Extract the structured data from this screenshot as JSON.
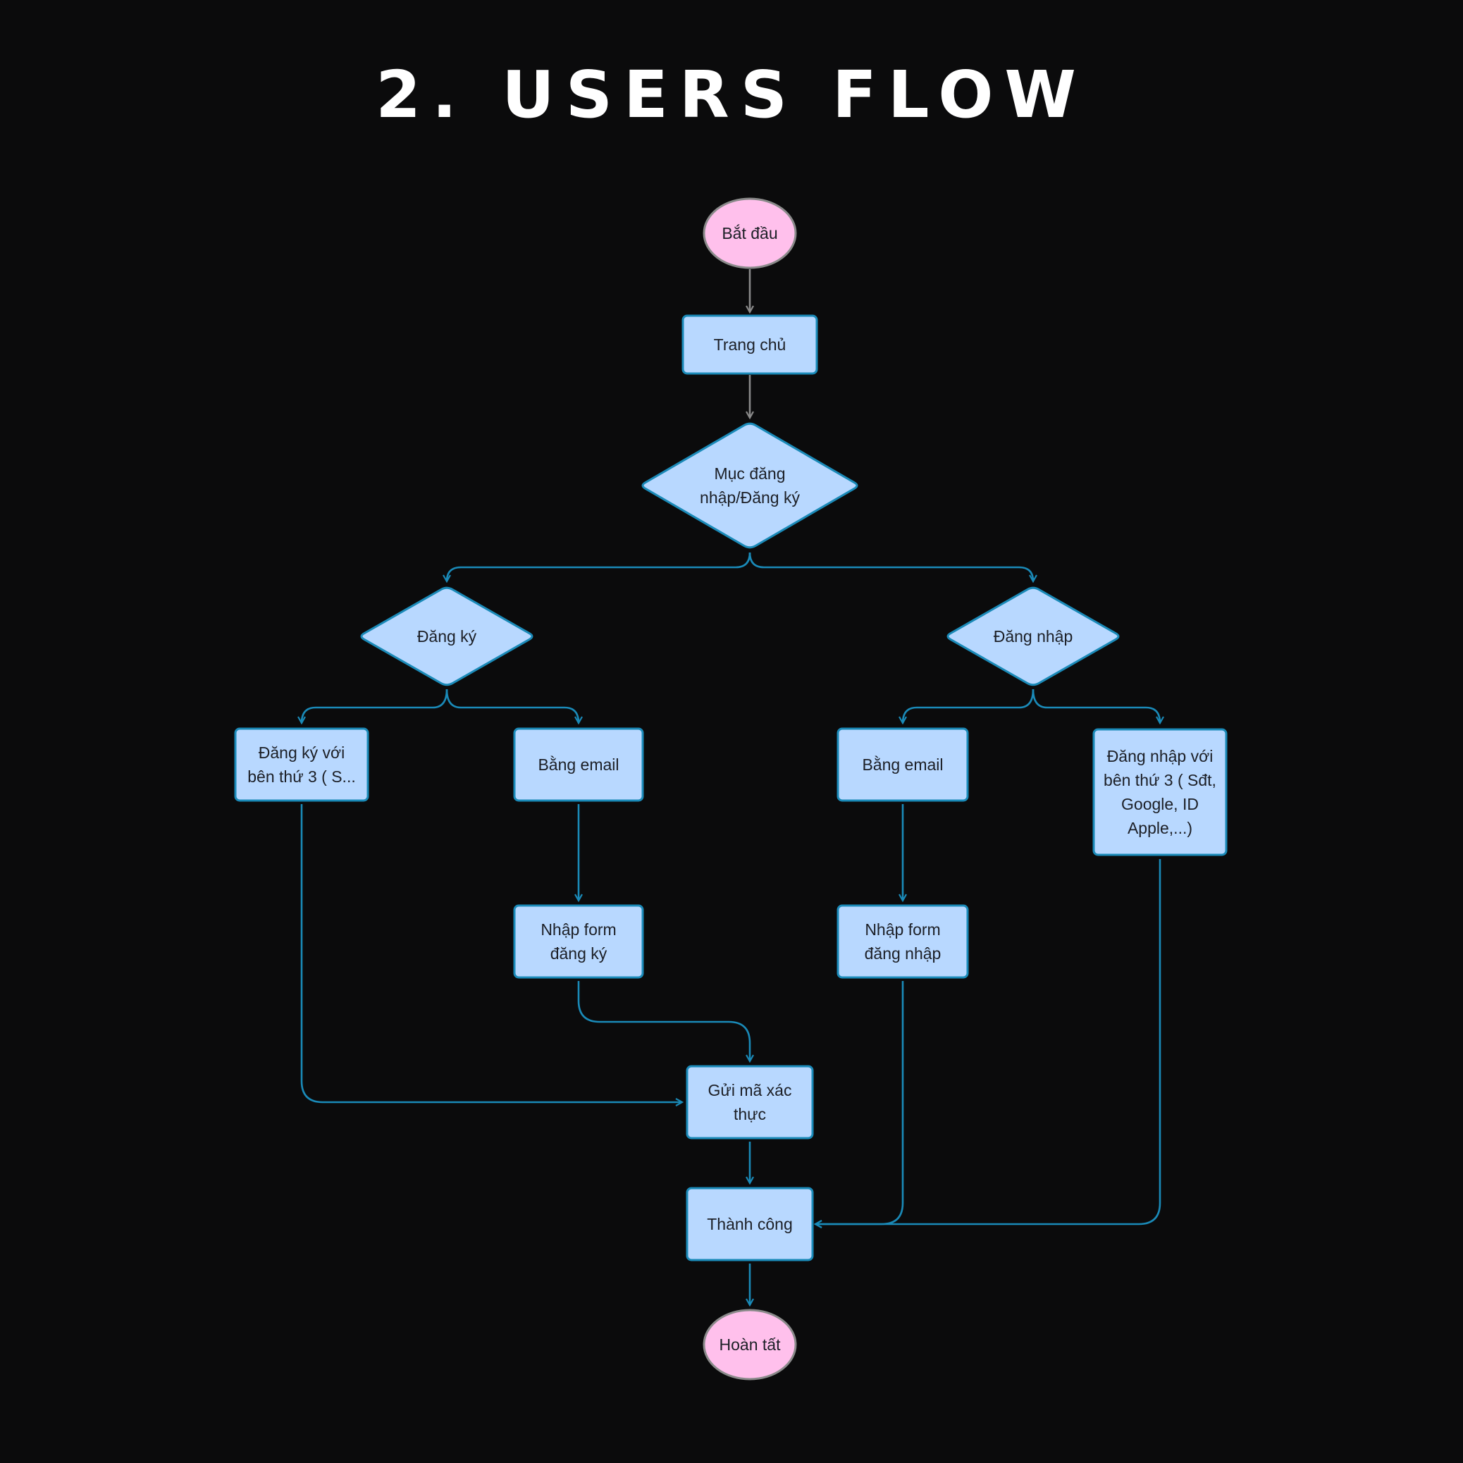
{
  "title": "2. USERS FLOW",
  "colors": {
    "background": "#0b0b0c",
    "box_fill": "#b8d8ff",
    "box_stroke": "#1a8ab8",
    "terminal_fill": "#ffc0ec",
    "terminal_stroke": "#8a8a8a",
    "connector": "#1a8ab8",
    "connector_top": "#8a8a8a"
  },
  "nodes": {
    "start": {
      "shape": "ellipse",
      "lines": [
        "Bắt đầu"
      ]
    },
    "home": {
      "shape": "rect",
      "lines": [
        "Trang chủ"
      ]
    },
    "auth_menu": {
      "shape": "diamond",
      "lines": [
        "Mục đăng",
        "nhập/Đăng ký"
      ]
    },
    "register": {
      "shape": "diamond",
      "lines": [
        "Đăng ký"
      ]
    },
    "login": {
      "shape": "diamond",
      "lines": [
        "Đăng nhập"
      ]
    },
    "register_third_party": {
      "shape": "rect",
      "lines": [
        "Đăng ký với",
        "bên thứ 3 ( S..."
      ]
    },
    "register_email": {
      "shape": "rect",
      "lines": [
        "Bằng email"
      ]
    },
    "login_email": {
      "shape": "rect",
      "lines": [
        "Bằng email"
      ]
    },
    "login_third_party": {
      "shape": "rect",
      "lines": [
        "Đăng nhập với",
        "bên thứ 3 ( Sđt,",
        "Google, ID",
        "Apple,...)"
      ]
    },
    "register_form": {
      "shape": "rect",
      "lines": [
        "Nhập form",
        "đăng ký"
      ]
    },
    "login_form": {
      "shape": "rect",
      "lines": [
        "Nhập form",
        "đăng nhập"
      ]
    },
    "send_code": {
      "shape": "rect",
      "lines": [
        "Gửi mã xác",
        "thực"
      ]
    },
    "success": {
      "shape": "rect",
      "lines": [
        "Thành công"
      ]
    },
    "finish": {
      "shape": "ellipse",
      "lines": [
        "Hoàn tất"
      ]
    }
  },
  "edges": [
    [
      "start",
      "home"
    ],
    [
      "home",
      "auth_menu"
    ],
    [
      "auth_menu",
      "register"
    ],
    [
      "auth_menu",
      "login"
    ],
    [
      "register",
      "register_third_party"
    ],
    [
      "register",
      "register_email"
    ],
    [
      "login",
      "login_email"
    ],
    [
      "login",
      "login_third_party"
    ],
    [
      "register_email",
      "register_form"
    ],
    [
      "login_email",
      "login_form"
    ],
    [
      "register_form",
      "send_code"
    ],
    [
      "register_third_party",
      "send_code"
    ],
    [
      "send_code",
      "success"
    ],
    [
      "login_form",
      "success"
    ],
    [
      "login_third_party",
      "success"
    ],
    [
      "success",
      "finish"
    ]
  ]
}
